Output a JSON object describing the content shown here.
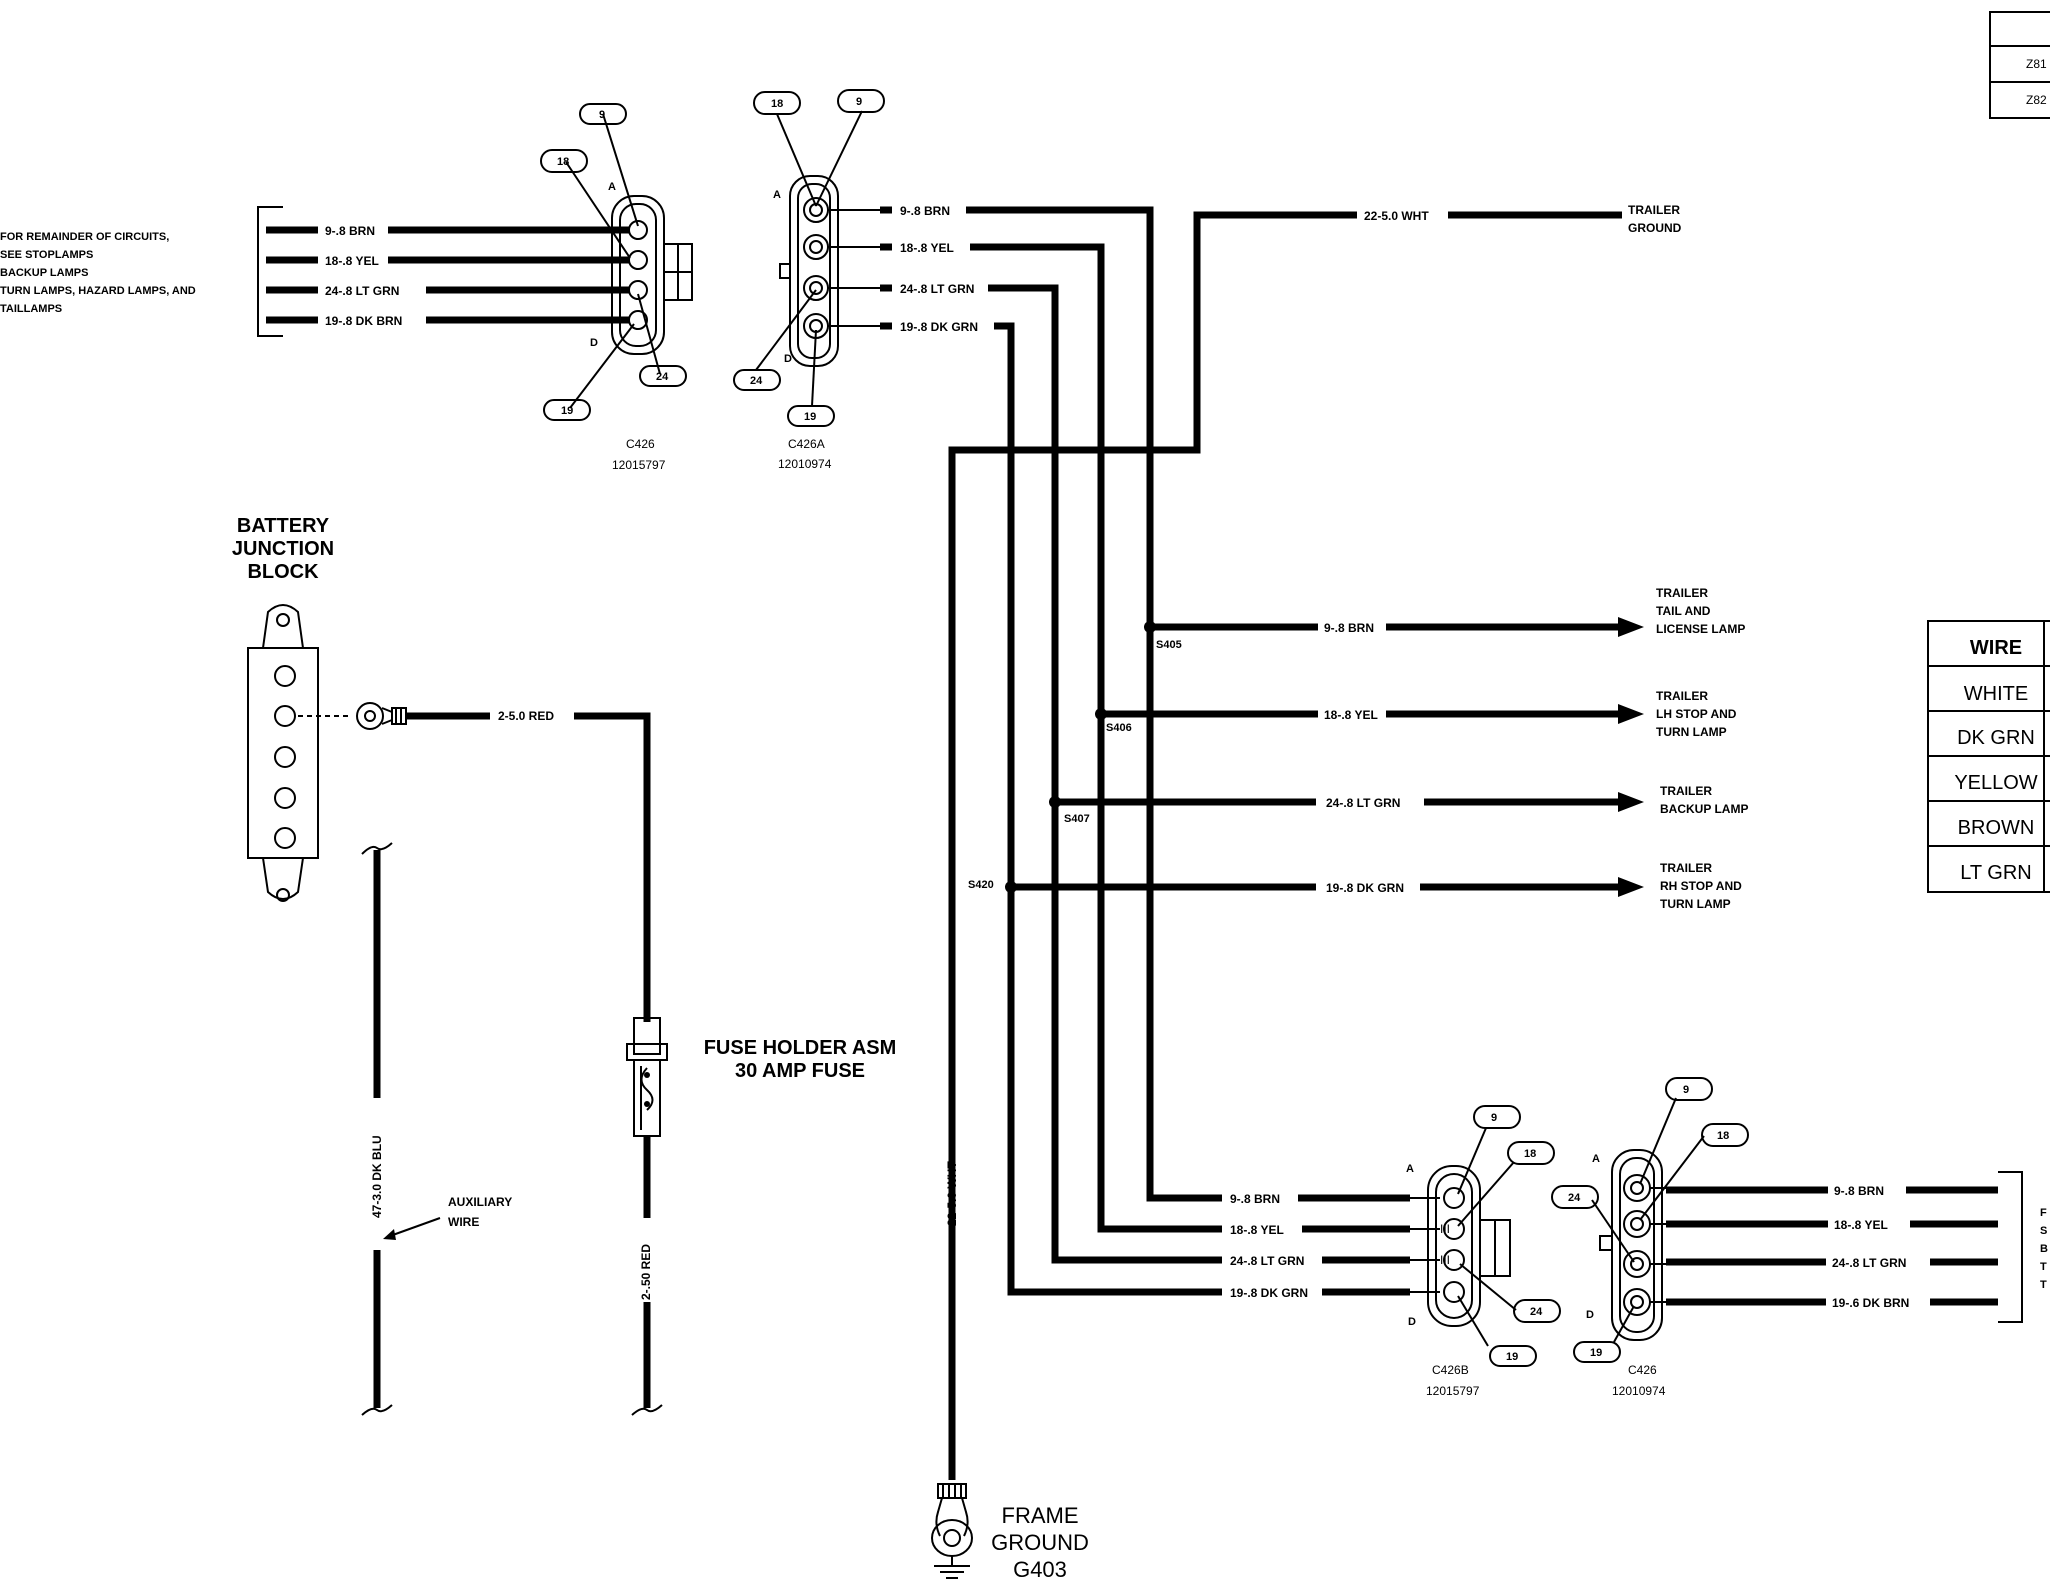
{
  "left_note": {
    "lines": [
      "FOR REMAINDER OF CIRCUITS,",
      "SEE STOPLAMPS",
      "BACKUP LAMPS",
      "TURN LAMPS, HAZARD LAMPS, AND",
      "TAILLAMPS"
    ]
  },
  "right_note": {
    "lines": [
      "F",
      "S",
      "B",
      "T",
      "T"
    ]
  },
  "corner_table": {
    "rows": [
      "Z81",
      "Z82"
    ]
  },
  "connectors": {
    "c426_top": {
      "name": "C426",
      "part": "12015797",
      "pin_a": "A",
      "pin_d": "D",
      "callouts": [
        "9",
        "18",
        "24",
        "19"
      ]
    },
    "c426a_top": {
      "name": "C426A",
      "part": "12010974",
      "pin_a": "A",
      "pin_d": "D",
      "callouts": [
        "18",
        "9",
        "24",
        "19"
      ]
    },
    "c426b_bottom": {
      "name": "C426B",
      "part": "12015797",
      "pin_a": "A",
      "pin_d": "D",
      "callouts": [
        "9",
        "18",
        "24",
        "19"
      ]
    },
    "c426_bottom": {
      "name": "C426",
      "part": "12010974",
      "pin_a": "A",
      "pin_d": "D",
      "callouts": [
        "9",
        "18",
        "24",
        "19"
      ]
    }
  },
  "wire_labels": {
    "top_left": [
      "9-.8 BRN",
      "18-.8 YEL",
      "24-.8 LT GRN",
      "19-.8 DK BRN"
    ],
    "top_mid": [
      "9-.8 BRN",
      "18-.8 YEL",
      "24-.8 LT GRN",
      "19-.8 DK GRN"
    ],
    "trailer_ground": "22-5.0 WHT",
    "outputs": [
      "9-.8 BRN",
      "18-.8 YEL",
      "24-.8 LT GRN",
      "19-.8 DK GRN"
    ],
    "bottom_mid": [
      "9-.8 BRN",
      "18-.8 YEL",
      "24-.8 LT GRN",
      "19-.8 DK GRN"
    ],
    "bottom_right": [
      "9-.8 BRN",
      "18-.8 YEL",
      "24-.8 LT GRN",
      "19-.6 DK BRN"
    ],
    "red_main": "2-5.0 RED",
    "red_fuse": "2-.50 RED",
    "aux_wire": "47-3.0 DK BLU",
    "ground_wire": "22-5.0 WHT"
  },
  "splices": [
    "S405",
    "S406",
    "S407",
    "S420"
  ],
  "destinations": {
    "trailer_ground": [
      "TRAILER",
      "GROUND"
    ],
    "tail_license": [
      "TRAILER",
      "TAIL AND",
      "LICENSE LAMP"
    ],
    "lh_stop": [
      "TRAILER",
      "LH STOP AND",
      "TURN LAMP"
    ],
    "backup": [
      "TRAILER",
      "BACKUP LAMP"
    ],
    "rh_stop": [
      "TRAILER",
      "RH STOP AND",
      "TURN LAMP"
    ]
  },
  "battery_block": [
    "BATTERY",
    "JUNCTION",
    "BLOCK"
  ],
  "fuse": [
    "FUSE HOLDER ASM",
    "30 AMP FUSE"
  ],
  "aux_label": [
    "AUXILIARY",
    "WIRE"
  ],
  "frame_ground": [
    "FRAME",
    "GROUND",
    "G403"
  ],
  "legend": {
    "header": "WIRE",
    "rows": [
      "WHITE",
      "DK GRN",
      "YELLOW",
      "BROWN",
      "LT GRN"
    ]
  }
}
